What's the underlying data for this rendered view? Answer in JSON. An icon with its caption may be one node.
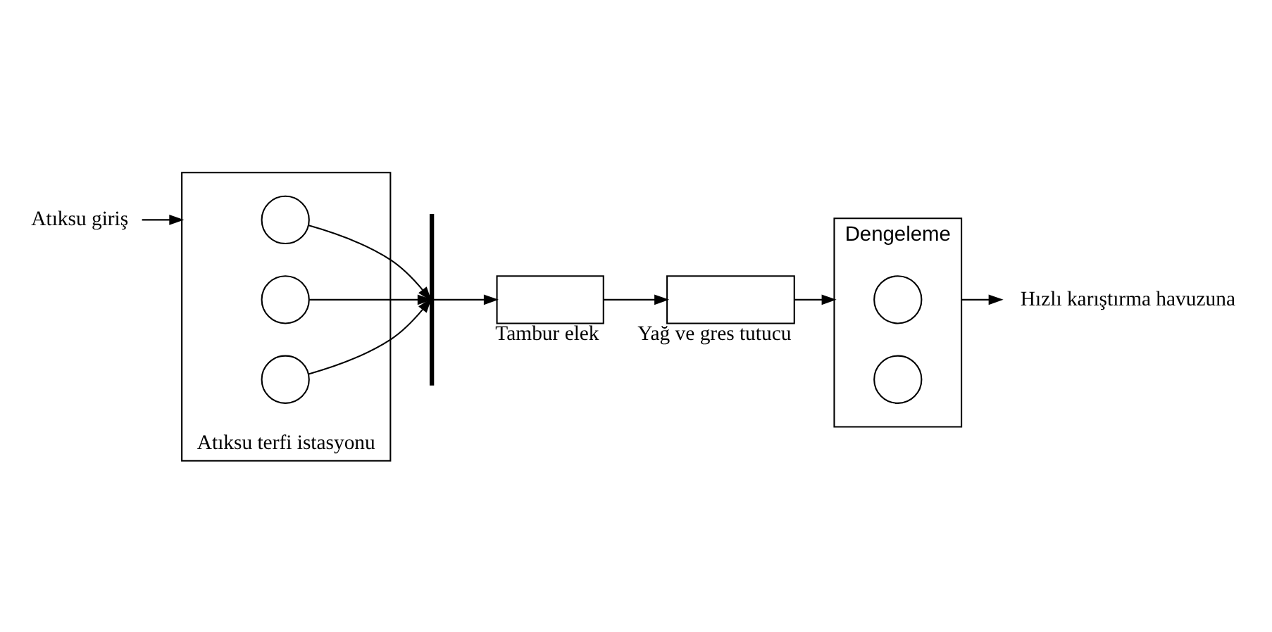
{
  "diagram": {
    "nodes": [
      {
        "text": [
          "Atıksu giriş"
        ]
      },
      {
        "text": [
          "Atıksu terfi istasyonu"
        ]
      },
      {
        "text": [],
        "shape": "circle",
        "in": 1
      },
      {
        "text": [],
        "shape": "circle",
        "in": 1
      },
      {
        "text": [],
        "shape": "circle",
        "in": 1
      },
      {
        "text": [],
        "shape": "bar"
      },
      {
        "text": [
          "Tambur elek"
        ]
      },
      {
        "text": [
          "Yağ ve gres tutucu"
        ]
      },
      {
        "text": [
          "Dengeleme"
        ]
      },
      {
        "text": [],
        "shape": "circle",
        "in": 8
      },
      {
        "text": [],
        "shape": "circle",
        "in": 8
      },
      {
        "text": [
          "Hızlı karıştırma havuzuna"
        ]
      }
    ],
    "edges": [
      {
        "from": 0,
        "to": 1,
        "arrow": "to"
      },
      {
        "from": 2,
        "to": 5,
        "arrow": "to"
      },
      {
        "from": 3,
        "to": 5,
        "arrow": "to"
      },
      {
        "from": 4,
        "to": 5,
        "arrow": "to"
      },
      {
        "from": 5,
        "to": 6,
        "arrow": "to"
      },
      {
        "from": 6,
        "to": 7,
        "arrow": "to"
      },
      {
        "from": 7,
        "to": 8,
        "arrow": "to"
      },
      {
        "from": 8,
        "to": 11,
        "arrow": "to"
      }
    ]
  }
}
